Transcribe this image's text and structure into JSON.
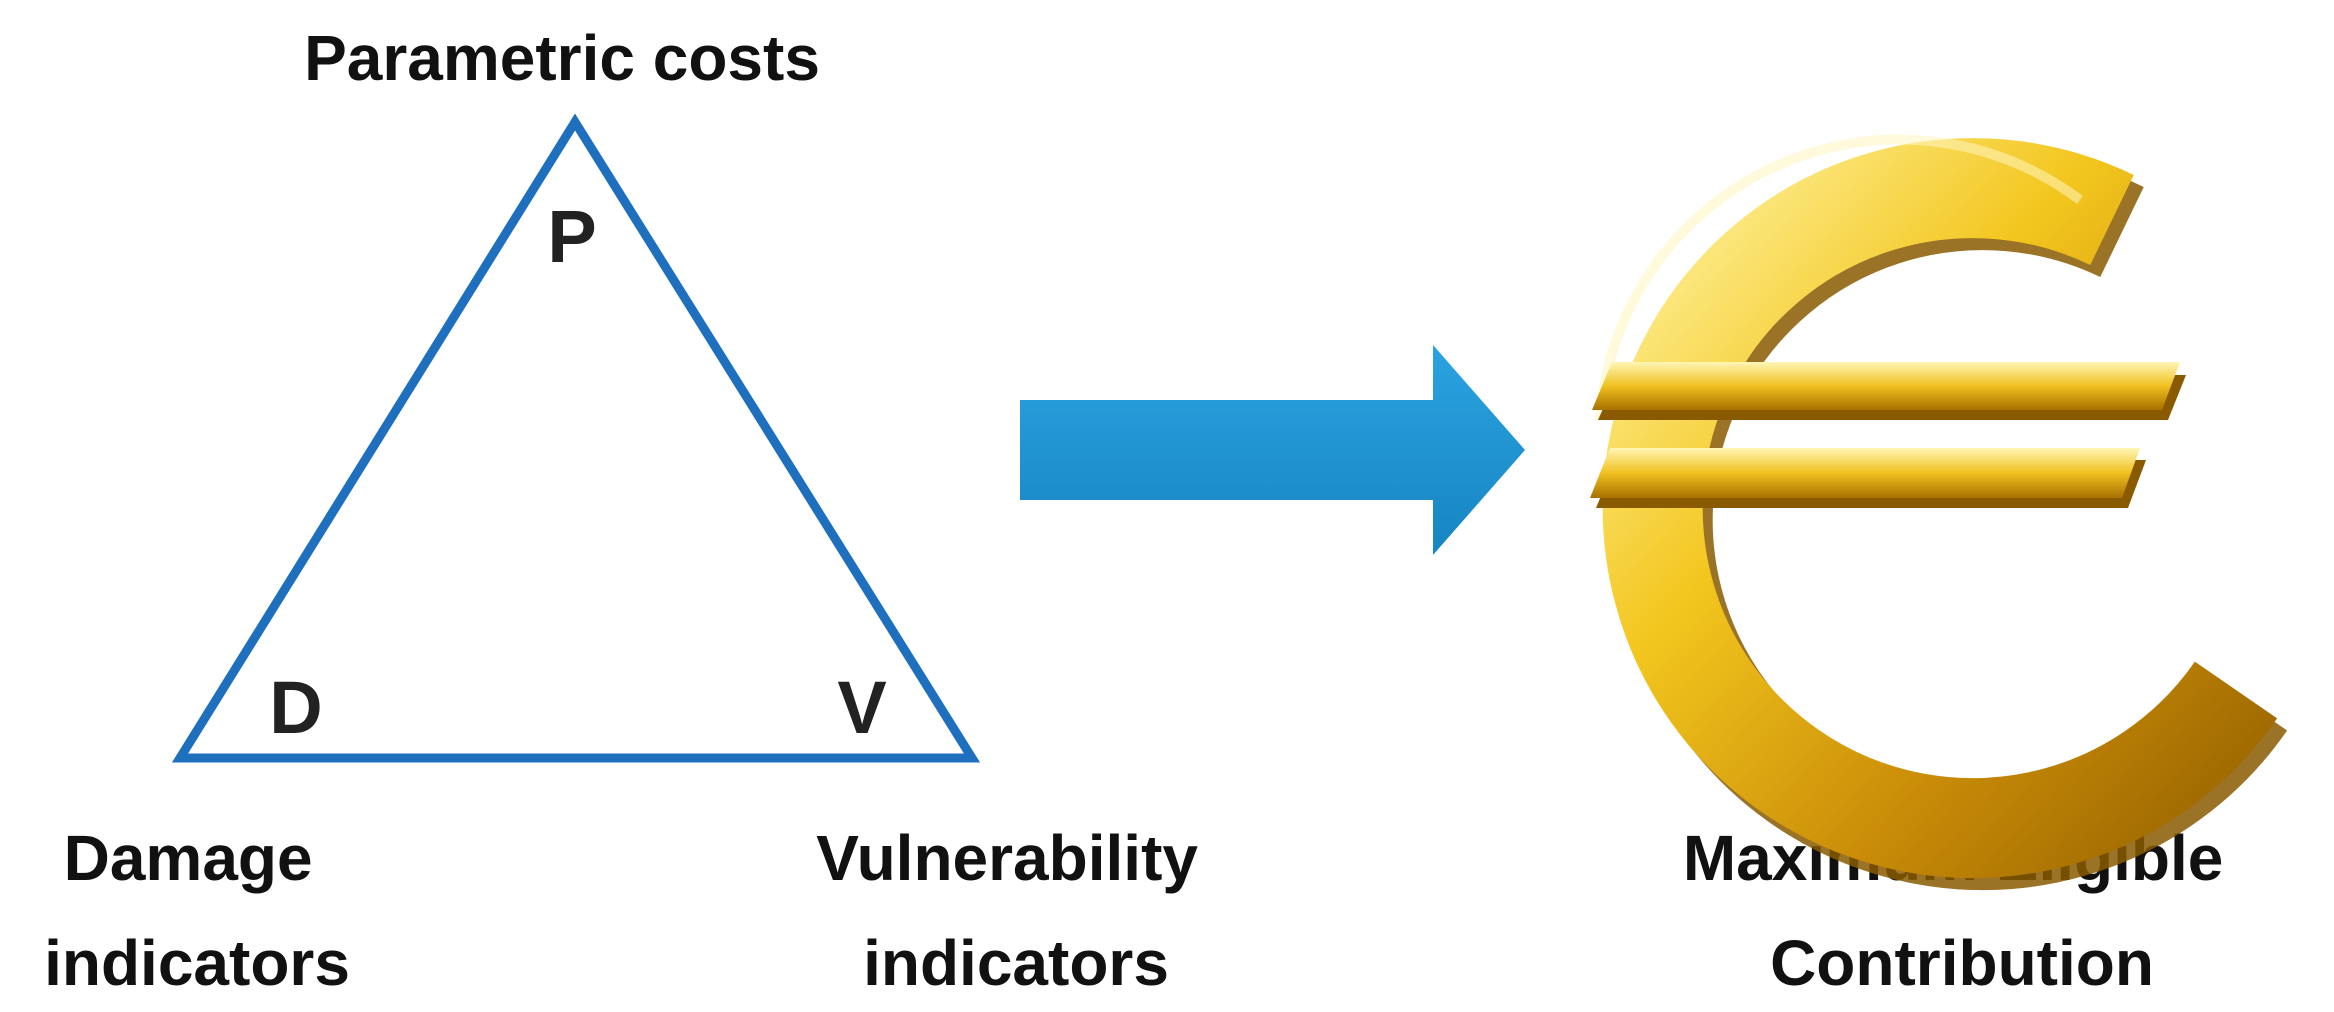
{
  "diagram": {
    "top_label": "Parametric costs",
    "vertex_p": "P",
    "vertex_d": "D",
    "vertex_v": "V",
    "left_label": [
      "Damage",
      "indicators"
    ],
    "middle_label": [
      "Vulnerability",
      "indicators"
    ],
    "right_label": [
      "Maximum Eligible",
      "Contribution"
    ]
  },
  "colors": {
    "triangle_stroke": "#1f6fbf",
    "arrow_fill": "#1d95d4",
    "euro_gold": "#e5b00e"
  },
  "icons": [
    "triangle",
    "right-arrow-icon",
    "euro-icon"
  ]
}
